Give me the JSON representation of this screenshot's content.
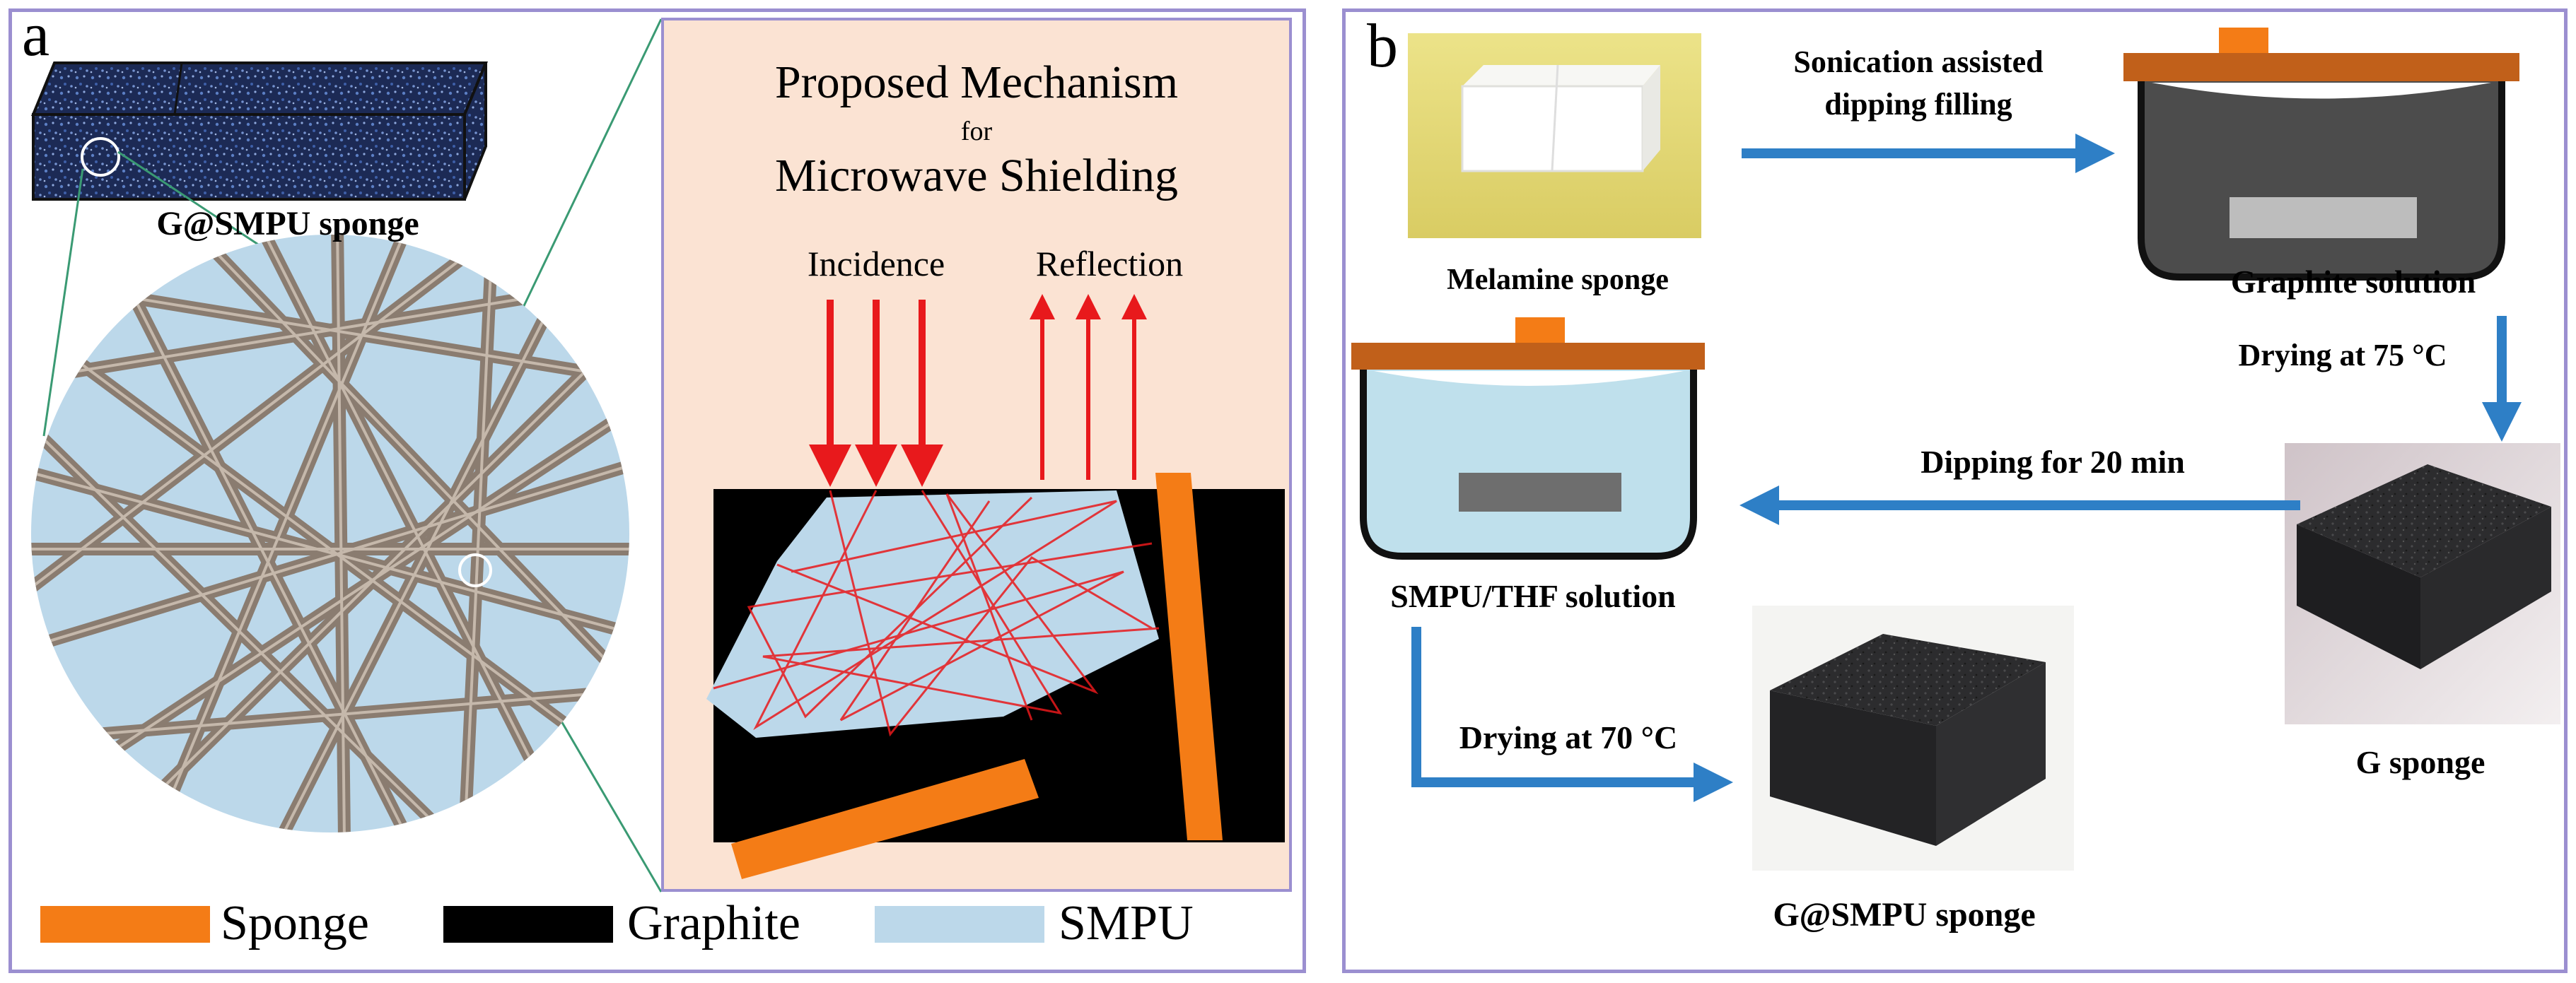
{
  "panel_a": {
    "letter": "a",
    "sponge_label": "G@SMPU sponge",
    "mechanism": {
      "title_line1": "Proposed Mechanism",
      "title_for": "for",
      "title_line3": "Microwave Shielding",
      "incidence": "Incidence",
      "reflection": "Reflection"
    },
    "legend": [
      {
        "label": "Sponge",
        "color": "#f47c16"
      },
      {
        "label": "Graphite",
        "color": "#000000"
      },
      {
        "label": "SMPU",
        "color": "#bcd8ea"
      }
    ]
  },
  "panel_b": {
    "letter": "b",
    "melamine_label": "Melamine sponge",
    "step1_line1": "Sonication assisted",
    "step1_line2": "dipping filling",
    "graphite_label": "Graphite solution",
    "step2": "Drying at 75 °C",
    "step3": "Dipping for 20 min",
    "smpu_label": "SMPU/THF solution",
    "g_sponge_label": "G sponge",
    "step4": "Drying at 70 °C",
    "final_label": "G@SMPU sponge"
  },
  "colors": {
    "border": "#9b8fd0",
    "arrow_blue": "#2e7fc6",
    "red_ray": "#e8191c",
    "orange": "#f47c16",
    "smpu_blue": "#bcd8ea",
    "mechanism_bg": "#fbe3d3"
  }
}
